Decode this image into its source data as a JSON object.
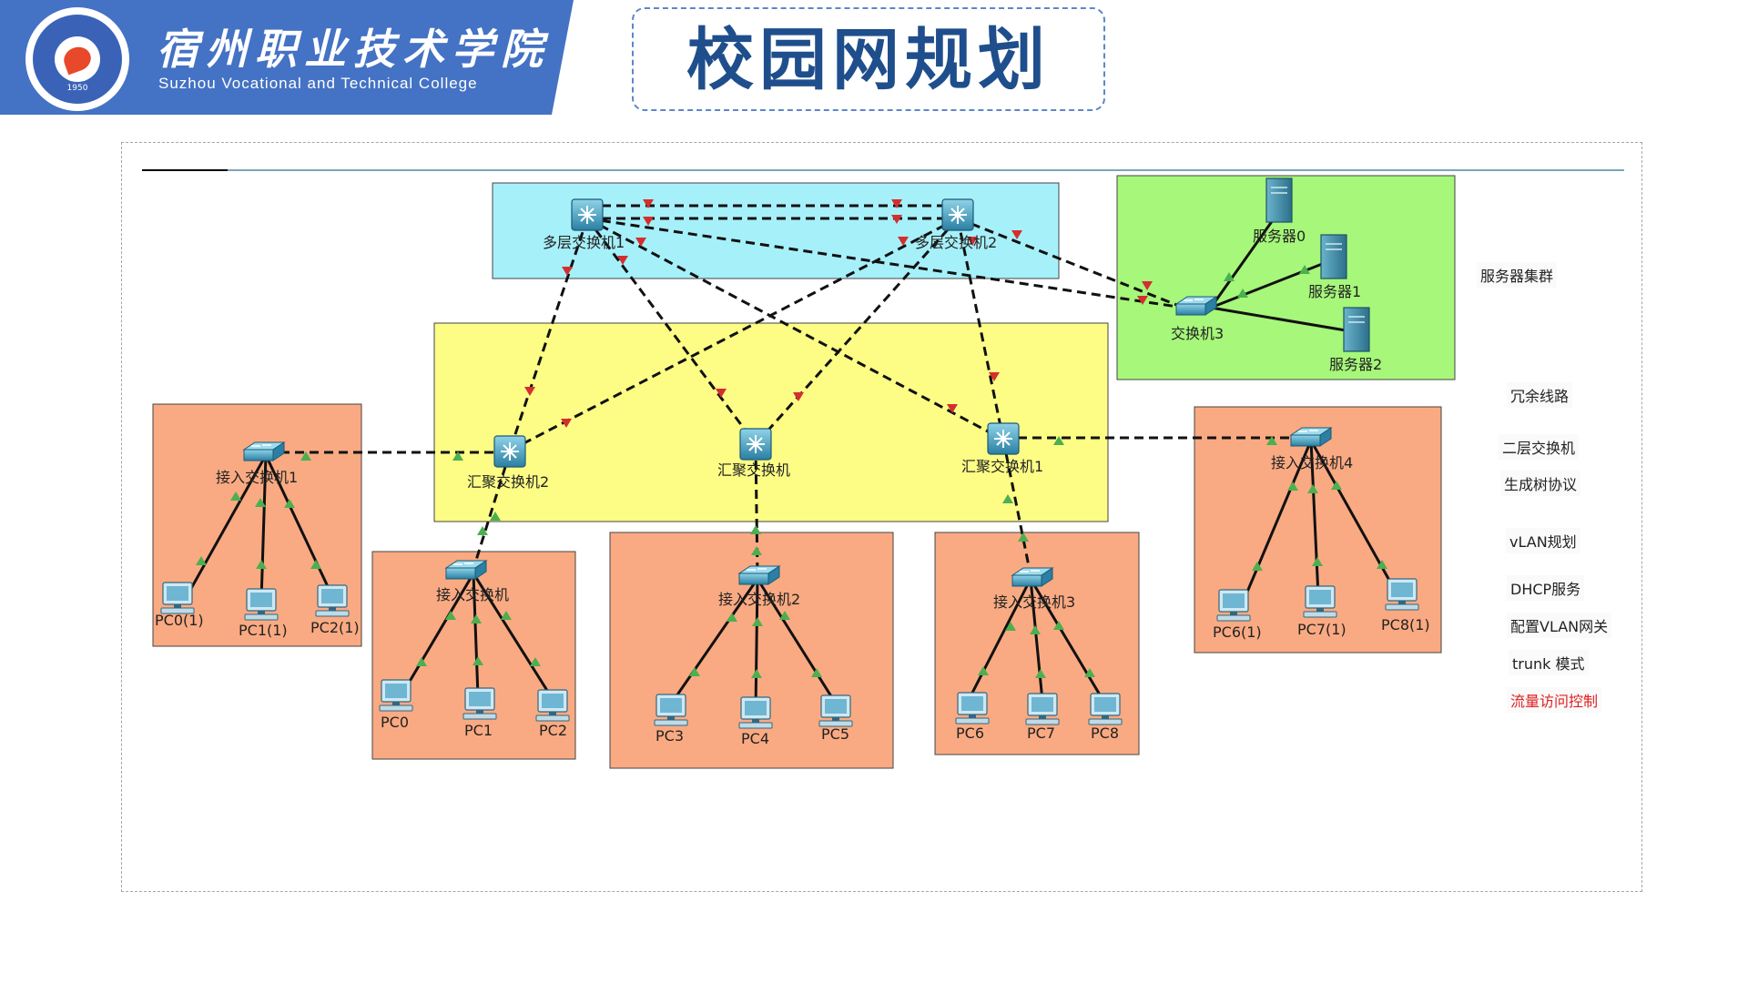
{
  "header": {
    "college_name_cn": "宿州职业技术学院",
    "college_name_en": "Suzhou Vocational and Technical College",
    "logo_year": "1950",
    "banner_color": "#4472c4"
  },
  "page": {
    "title": "校园网规划",
    "title_color": "#1f4e8c"
  },
  "topology": {
    "zones": [
      {
        "id": "core",
        "color": "#a6f0fa"
      },
      {
        "id": "server",
        "color": "#a6f77a"
      },
      {
        "id": "distribution",
        "color": "#fdfd86"
      },
      {
        "id": "access",
        "color": "#f9aa82"
      }
    ],
    "devices": {
      "core1": "多层交换机1",
      "core2": "多层交换机2",
      "dist2": "汇聚交换机2",
      "dist": "汇聚交换机",
      "dist1": "汇聚交换机1",
      "acc1": "接入交换机1",
      "acc": "接入交换机",
      "acc2": "接入交换机2",
      "acc3": "接入交换机3",
      "acc4": "接入交换机4",
      "sw3": "交换机3",
      "srv0": "服务器0",
      "srv1": "服务器1",
      "srv2": "服务器2",
      "pc0_1": "PC0(1)",
      "pc1_1": "PC1(1)",
      "pc2_1": "PC2(1)",
      "pc0": "PC0",
      "pc1": "PC1",
      "pc2": "PC2",
      "pc3": "PC3",
      "pc4": "PC4",
      "pc5": "PC5",
      "pc6": "PC6",
      "pc7": "PC7",
      "pc8": "PC8",
      "pc6_1": "PC6(1)",
      "pc7_1": "PC7(1)",
      "pc8_1": "PC8(1)"
    },
    "link_status": {
      "red_triangle": "down / blocked",
      "green_triangle": "up"
    }
  },
  "legend": {
    "server_cluster": "服务器集群",
    "redundant_links": "冗余线路",
    "l2_switch": "二层交换机",
    "stp": "生成树协议",
    "vlan_plan": "vLAN规划",
    "dhcp": "DHCP服务",
    "vlan_gateway": "配置VLAN网关",
    "trunk_mode": "trunk 模式",
    "acl": "流量访问控制",
    "acl_color": "#e02020"
  }
}
